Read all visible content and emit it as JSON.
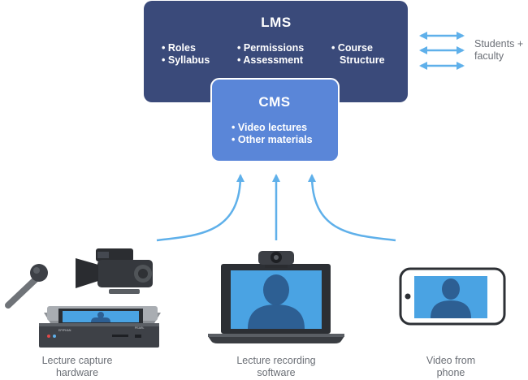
{
  "lms": {
    "title": "LMS",
    "items": [
      "Roles",
      "Syllabus",
      "Permissions",
      "Assessment",
      "Course",
      "Structure"
    ]
  },
  "cms": {
    "title": "CMS",
    "items": [
      "Video lectures",
      "Other materials"
    ]
  },
  "side_label": {
    "line1": "Students +",
    "line2": "faculty"
  },
  "sources": [
    {
      "line1": "Lecture capture",
      "line2": "hardware"
    },
    {
      "line1": "Lecture recording",
      "line2": "software"
    },
    {
      "line1": "Video from",
      "line2": "phone"
    }
  ],
  "device_text": {
    "brand": "EPIPHAN",
    "model": "PEARL"
  },
  "colors": {
    "lms_fill": "#3a4a7a",
    "cms_fill": "#5a86d8",
    "arrow": "#5fb0ea",
    "screen": "#4aa3e3",
    "silhouette": "#2d5f93",
    "caption": "#6b6f76"
  },
  "icons": [
    "microphone-icon",
    "video-camera-icon",
    "capture-device-icon",
    "laptop-icon",
    "webcam-icon",
    "phone-icon"
  ]
}
